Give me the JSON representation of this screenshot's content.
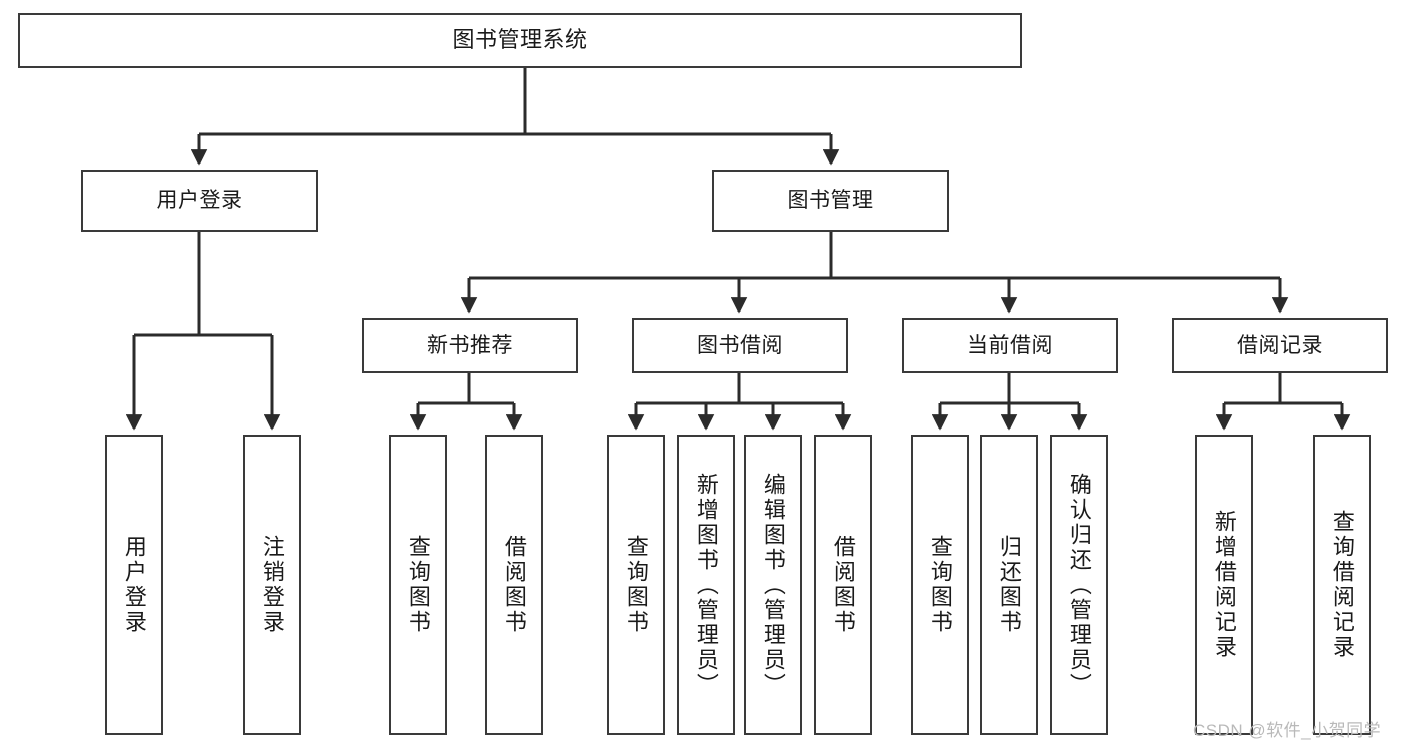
{
  "diagram": {
    "title": "图书管理系统",
    "type": "tree-hierarchy-diagram",
    "nodes": {
      "root": {
        "label": "图书管理系统"
      },
      "level2": [
        {
          "id": "user-login",
          "label": "用户登录"
        },
        {
          "id": "book-management",
          "label": "图书管理"
        }
      ],
      "level3": [
        {
          "id": "new-book-recommend",
          "label": "新书推荐"
        },
        {
          "id": "book-borrow",
          "label": "图书借阅"
        },
        {
          "id": "current-borrow",
          "label": "当前借阅"
        },
        {
          "id": "borrow-record",
          "label": "借阅记录"
        }
      ],
      "leaves": [
        {
          "id": "leaf-user-login",
          "label": "用户登录",
          "parent": "user-login"
        },
        {
          "id": "leaf-logout-login",
          "label": "注销登录",
          "parent": "user-login"
        },
        {
          "id": "leaf-query-book-1",
          "label": "查询图书",
          "parent": "new-book-recommend"
        },
        {
          "id": "leaf-borrow-book-1",
          "label": "借阅图书",
          "parent": "new-book-recommend"
        },
        {
          "id": "leaf-query-book-2",
          "label": "查询图书",
          "parent": "book-borrow"
        },
        {
          "id": "leaf-add-book",
          "label": "新增图书（管理员）",
          "parent": "book-borrow"
        },
        {
          "id": "leaf-edit-book",
          "label": "编辑图书（管理员）",
          "parent": "book-borrow"
        },
        {
          "id": "leaf-borrow-book-2",
          "label": "借阅图书",
          "parent": "book-borrow"
        },
        {
          "id": "leaf-query-book-3",
          "label": "查询图书",
          "parent": "current-borrow"
        },
        {
          "id": "leaf-return-book",
          "label": "归还图书",
          "parent": "current-borrow"
        },
        {
          "id": "leaf-confirm-return",
          "label": "确认归还（管理员）",
          "parent": "current-borrow"
        },
        {
          "id": "leaf-add-record",
          "label": "新增借阅记录",
          "parent": "borrow-record"
        },
        {
          "id": "leaf-query-record",
          "label": "查询借阅记录",
          "parent": "borrow-record"
        }
      ]
    },
    "watermark": "CSDN @软件_小贺同学",
    "colors": {
      "border": "#3a3a3a",
      "background": "#ffffff",
      "text": "#1a1a1a",
      "connector": "#2b2b2b",
      "watermark": "#b9b9b9"
    }
  }
}
